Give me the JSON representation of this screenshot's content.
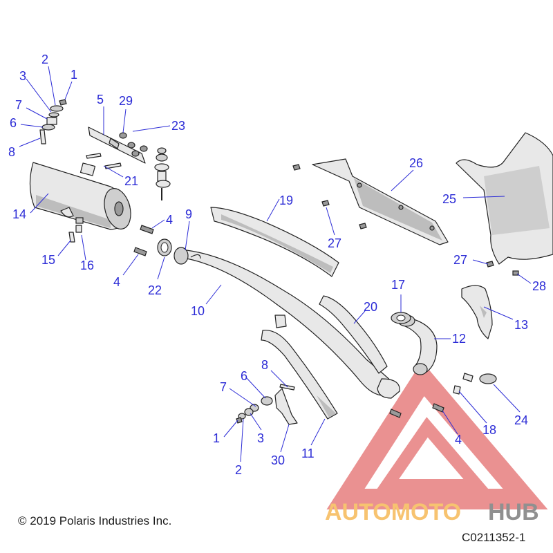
{
  "callouts": [
    {
      "id": "c1a",
      "text": "1"
    },
    {
      "id": "c2a",
      "text": "2"
    },
    {
      "id": "c3a",
      "text": "3"
    },
    {
      "id": "c7a",
      "text": "7"
    },
    {
      "id": "c6a",
      "text": "6"
    },
    {
      "id": "c8a",
      "text": "8"
    },
    {
      "id": "c5",
      "text": "5"
    },
    {
      "id": "c29",
      "text": "29"
    },
    {
      "id": "c23",
      "text": "23"
    },
    {
      "id": "c21",
      "text": "21"
    },
    {
      "id": "c14",
      "text": "14"
    },
    {
      "id": "c15",
      "text": "15"
    },
    {
      "id": "c16",
      "text": "16"
    },
    {
      "id": "c4a",
      "text": "4"
    },
    {
      "id": "c4b",
      "text": "4"
    },
    {
      "id": "c9",
      "text": "9"
    },
    {
      "id": "c22",
      "text": "22"
    },
    {
      "id": "c10",
      "text": "10"
    },
    {
      "id": "c19",
      "text": "19"
    },
    {
      "id": "c27a",
      "text": "27"
    },
    {
      "id": "c26",
      "text": "26"
    },
    {
      "id": "c25",
      "text": "25"
    },
    {
      "id": "c27b",
      "text": "27"
    },
    {
      "id": "c28",
      "text": "28"
    },
    {
      "id": "c13",
      "text": "13"
    },
    {
      "id": "c17",
      "text": "17"
    },
    {
      "id": "c20",
      "text": "20"
    },
    {
      "id": "c12",
      "text": "12"
    },
    {
      "id": "c8b",
      "text": "8"
    },
    {
      "id": "c6b",
      "text": "6"
    },
    {
      "id": "c7b",
      "text": "7"
    },
    {
      "id": "c1b",
      "text": "1"
    },
    {
      "id": "c3b",
      "text": "3"
    },
    {
      "id": "c2b",
      "text": "2"
    },
    {
      "id": "c30",
      "text": "30"
    },
    {
      "id": "c11",
      "text": "11"
    },
    {
      "id": "c4c",
      "text": "4"
    },
    {
      "id": "c18",
      "text": "18"
    },
    {
      "id": "c24",
      "text": "24"
    }
  ],
  "copyright": "© 2019 Polaris Industries Inc.",
  "diagram_number": "C0211352-1",
  "watermark": {
    "word1": "AUTOMOTO",
    "word2": "HUB",
    "color1": "#f5b041",
    "color2": "#6b6b6b",
    "triangle_color": "#e46d6d"
  }
}
